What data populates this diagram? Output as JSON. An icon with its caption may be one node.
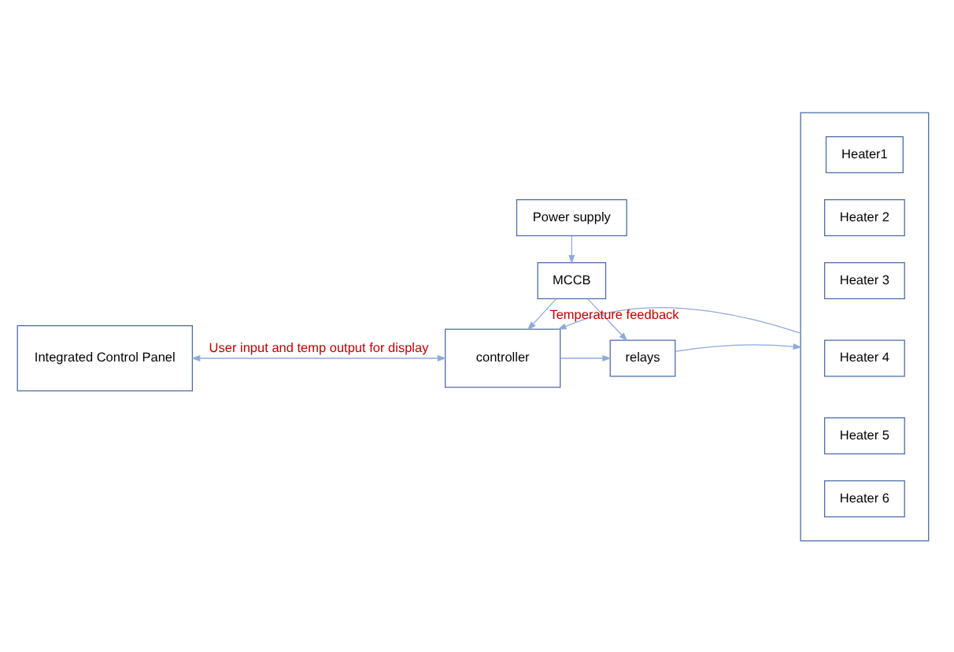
{
  "diagram": {
    "nodes": [
      {
        "text": [
          "Power supply"
        ]
      },
      {
        "text": [
          "MCCB"
        ]
      },
      {
        "text": [
          "Integrated Control Panel"
        ]
      },
      {
        "text": [
          "controller"
        ]
      },
      {
        "text": [
          "relays"
        ]
      },
      {
        "text": [],
        "shape": "box"
      },
      {
        "text": [
          "Heater1"
        ],
        "in": 5
      },
      {
        "text": [
          "Heater 2"
        ],
        "in": 5
      },
      {
        "text": [
          "Heater 3"
        ],
        "in": 5
      },
      {
        "text": [
          "Heater 4"
        ],
        "in": 5
      },
      {
        "text": [
          "Heater 5"
        ],
        "in": 5
      },
      {
        "text": [
          "Heater 6"
        ],
        "in": 5
      }
    ],
    "edges": [
      {
        "from": 0,
        "to": 1,
        "arrow": "to"
      },
      {
        "from": 1,
        "to": 3,
        "arrow": "to"
      },
      {
        "from": 1,
        "to": 4,
        "arrow": "to"
      },
      {
        "from": 2,
        "to": 3,
        "arrow": "both",
        "label": "User input and temp output for display"
      },
      {
        "from": 3,
        "to": 4,
        "arrow": "to"
      },
      {
        "from": 4,
        "to": 5,
        "arrow": "to"
      },
      {
        "from": 5,
        "to": 3,
        "arrow": "to",
        "label": "Temperature feedback"
      }
    ]
  }
}
